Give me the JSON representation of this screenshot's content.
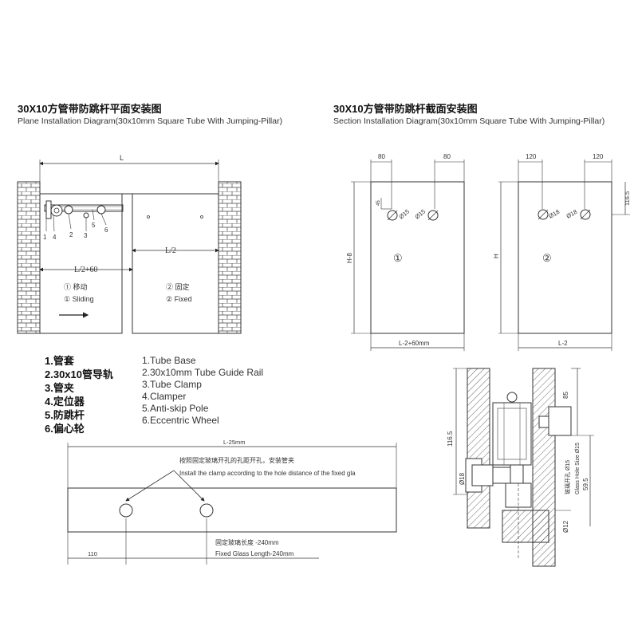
{
  "plane": {
    "title_cn": "30X10方管带防跳杆平面安装图",
    "subtitle_en": "Plane Installation Diagram(30x10mm Square Tube With Jumping-Pillar)",
    "dim_L": "L",
    "dim_half": "L/2",
    "dim_half_plus": "L/2+60",
    "callouts": [
      "1",
      "4",
      "2",
      "3",
      "5",
      "6"
    ],
    "panel1_cn": "① 移动",
    "panel1_en": "① Sliding",
    "panel2_cn": "② 固定",
    "panel2_en": "② Fixed"
  },
  "section": {
    "title_cn": "30X10方管带防跳杆截面安装图",
    "subtitle_en": "Section Installation Diagram(30x10mm Square Tube With Jumping-Pillar)",
    "left": {
      "dim_top_a": "80",
      "dim_top_b": "80",
      "dim_small": "45",
      "hole_a": "Ø15",
      "hole_b": "Ø15",
      "height": "H-8",
      "width": "L-2+60mm",
      "marker": "①"
    },
    "right": {
      "dim_top_a": "120",
      "dim_top_b": "120",
      "dim_side": "116.5",
      "hole_a": "Ø18",
      "hole_b": "Ø18",
      "height": "H",
      "width": "L-2",
      "marker": "②"
    }
  },
  "legend": {
    "cn": [
      "1.管套",
      "2.30x10管导轨",
      "3.管夹",
      "4.定位器",
      "5.防跳杆",
      "6.偏心轮"
    ],
    "en": [
      "1.Tube Base",
      "2.30x10mm Tube Guide Rail",
      "3.Tube Clamp",
      "4.Clamper",
      "5.Anti-skip Pole",
      "6.Eccentric Wheel"
    ]
  },
  "rail": {
    "dim_top": "L-25mm",
    "note_cn": "按照固定玻璃开孔的孔距开孔，安装管夹",
    "note_en": "Install the clamp according to the hole distance of the fixed gla",
    "dim_left": "110",
    "length_cn": "固定玻璃长度 -240mm",
    "length_en": "Fixed Glass Length-240mm"
  },
  "detail": {
    "dim_116": "116.5",
    "dim_85": "85",
    "hole_cn": "玻璃开孔 Ø15",
    "hole_en": "Glass Hole Size Ø15",
    "dim_595": "59.5",
    "dim_18": "Ø18",
    "dim_12": "Ø12"
  }
}
